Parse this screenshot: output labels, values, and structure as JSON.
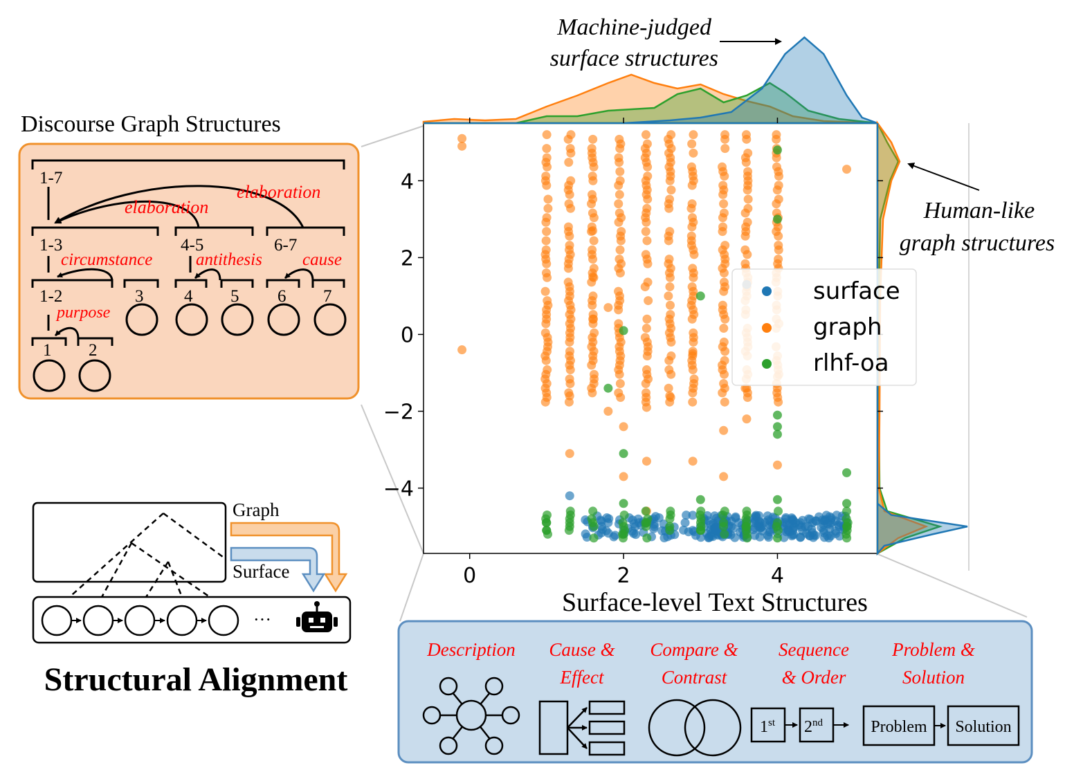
{
  "colors": {
    "surface": "#1f77b4",
    "graph": "#ff7f0e",
    "rlhf": "#2ca02c",
    "accent_red": "#ff0000",
    "orange_panel_fill": "#fad6bd",
    "orange_panel_border": "#f0912b",
    "blue_panel_fill": "#c9dcec",
    "blue_panel_border": "#5b8ec0"
  },
  "discourse": {
    "title": "Discourse Graph Structures",
    "nodes": {
      "n17": "1-7",
      "n13": "1-3",
      "n45": "4-5",
      "n67": "6-7",
      "n12": "1-2",
      "n3": "3",
      "n4": "4",
      "n5": "5",
      "n6": "6",
      "n7": "7",
      "n1": "1",
      "n2": "2"
    },
    "relations": {
      "elaboration_a": "elaboration",
      "elaboration_b": "elaboration",
      "circumstance": "circumstance",
      "antithesis": "antithesis",
      "cause": "cause",
      "purpose": "purpose"
    }
  },
  "alignment": {
    "title": "Structural Alignment",
    "graph_label": "Graph",
    "surface_label": "Surface",
    "ellipsis": "···",
    "robot_icon": "robot-icon"
  },
  "annotations": {
    "top_line1": "Machine-judged",
    "top_line2": "surface structures",
    "right_line1": "Human-like",
    "right_line2": "graph structures"
  },
  "text_structures": {
    "title": "Surface-level Text Structures",
    "categories": [
      {
        "line1": "Description",
        "line2": ""
      },
      {
        "line1": "Cause &",
        "line2": "Effect"
      },
      {
        "line1": "Compare &",
        "line2": "Contrast"
      },
      {
        "line1": "Sequence",
        "line2": "& Order"
      },
      {
        "line1": "Problem &",
        "line2": "Solution"
      }
    ],
    "seq_first": "1",
    "seq_first_sup": "st",
    "seq_second": "2",
    "seq_second_sup": "nd",
    "problem": "Problem",
    "solution": "Solution"
  },
  "chart_data": {
    "type": "scatter",
    "xlabel": "Surface-level Text Structures",
    "ylabel": "",
    "xlim": [
      -0.6,
      5.3
    ],
    "ylim": [
      -5.7,
      5.5
    ],
    "xticks": [
      0,
      2,
      4
    ],
    "xtick_labels": [
      "0",
      "2",
      "4"
    ],
    "yticks": [
      4,
      2,
      0,
      -2,
      -4
    ],
    "ytick_labels": [
      "4",
      "2",
      "0",
      "−2",
      "−4"
    ],
    "legend_position": "center-right",
    "marginals": "kde on top and right axes",
    "series": [
      {
        "name": "surface",
        "points": [
          [
            1.3,
            -4.2
          ],
          [
            1.6,
            -5.0
          ],
          [
            1.8,
            -4.9
          ],
          [
            2.0,
            -5.1
          ],
          [
            2.2,
            -4.9
          ],
          [
            2.4,
            -5.0
          ],
          [
            2.6,
            -5.1
          ],
          [
            2.8,
            -4.9
          ],
          [
            3.0,
            -5.0
          ],
          [
            3.1,
            -4.85
          ],
          [
            3.2,
            -5.1
          ],
          [
            3.3,
            -4.9
          ],
          [
            3.4,
            -5.0
          ],
          [
            3.5,
            -4.9
          ],
          [
            3.6,
            -5.05
          ],
          [
            3.7,
            -4.9
          ],
          [
            3.8,
            -5.0
          ],
          [
            3.9,
            -4.95
          ],
          [
            4.0,
            -5.0
          ],
          [
            4.1,
            -4.9
          ],
          [
            4.2,
            -5.1
          ],
          [
            4.3,
            -4.9
          ],
          [
            4.4,
            -5.0
          ],
          [
            4.5,
            -4.85
          ],
          [
            4.6,
            -5.1
          ],
          [
            4.7,
            -4.9
          ],
          [
            4.8,
            -5.0
          ],
          [
            4.9,
            -4.9
          ],
          [
            3.6,
            1.3
          ]
        ]
      },
      {
        "name": "graph",
        "points": [
          [
            -0.1,
            5.1
          ],
          [
            -0.1,
            4.9
          ],
          [
            -0.1,
            -0.4
          ],
          [
            4.9,
            4.3
          ],
          [
            1.3,
            -1.6
          ],
          [
            1.3,
            -3.1
          ],
          [
            1.6,
            2.7
          ],
          [
            1.6,
            1.5
          ],
          [
            1.6,
            0.4
          ],
          [
            1.8,
            -2.0
          ],
          [
            1.8,
            0.7
          ],
          [
            2.0,
            -3.7
          ],
          [
            2.0,
            -2.4
          ],
          [
            2.3,
            -3.3
          ],
          [
            2.3,
            -1.9
          ],
          [
            2.3,
            -4.6
          ],
          [
            2.6,
            -1.6
          ],
          [
            2.9,
            -3.3
          ],
          [
            2.9,
            -0.5
          ],
          [
            3.3,
            -2.5
          ],
          [
            3.3,
            -3.7
          ],
          [
            3.6,
            -2.2
          ],
          [
            3.6,
            -1.4
          ],
          [
            3.6,
            1.3
          ],
          [
            4.0,
            -1.1
          ],
          [
            4.0,
            -3.4
          ]
        ],
        "columns": [
          1.0,
          1.3,
          1.6,
          1.95,
          2.3,
          2.6,
          2.9,
          3.3,
          3.6,
          4.0
        ],
        "column_range": [
          5.2,
          -1.8
        ]
      },
      {
        "name": "rlhf-oa",
        "points": [
          [
            1.0,
            -4.9
          ],
          [
            1.0,
            -5.1
          ],
          [
            1.3,
            -5.0
          ],
          [
            1.6,
            -4.9
          ],
          [
            2.0,
            -4.4
          ],
          [
            2.0,
            -5.2
          ],
          [
            2.3,
            -4.9
          ],
          [
            2.6,
            -5.0
          ],
          [
            3.0,
            -4.3
          ],
          [
            3.0,
            -5.1
          ],
          [
            3.3,
            -4.9
          ],
          [
            3.6,
            -5.0
          ],
          [
            4.0,
            -4.3
          ],
          [
            4.0,
            -5.3
          ],
          [
            4.9,
            -4.4
          ],
          [
            4.9,
            -5.0
          ],
          [
            1.8,
            -1.4
          ],
          [
            2.0,
            -3.1
          ],
          [
            2.0,
            0.1
          ],
          [
            3.0,
            1.0
          ],
          [
            4.0,
            3.0
          ],
          [
            4.0,
            4.8
          ],
          [
            4.0,
            -2.4
          ],
          [
            4.0,
            -2.6
          ],
          [
            4.0,
            -2.1
          ],
          [
            4.9,
            -3.6
          ]
        ]
      }
    ]
  }
}
